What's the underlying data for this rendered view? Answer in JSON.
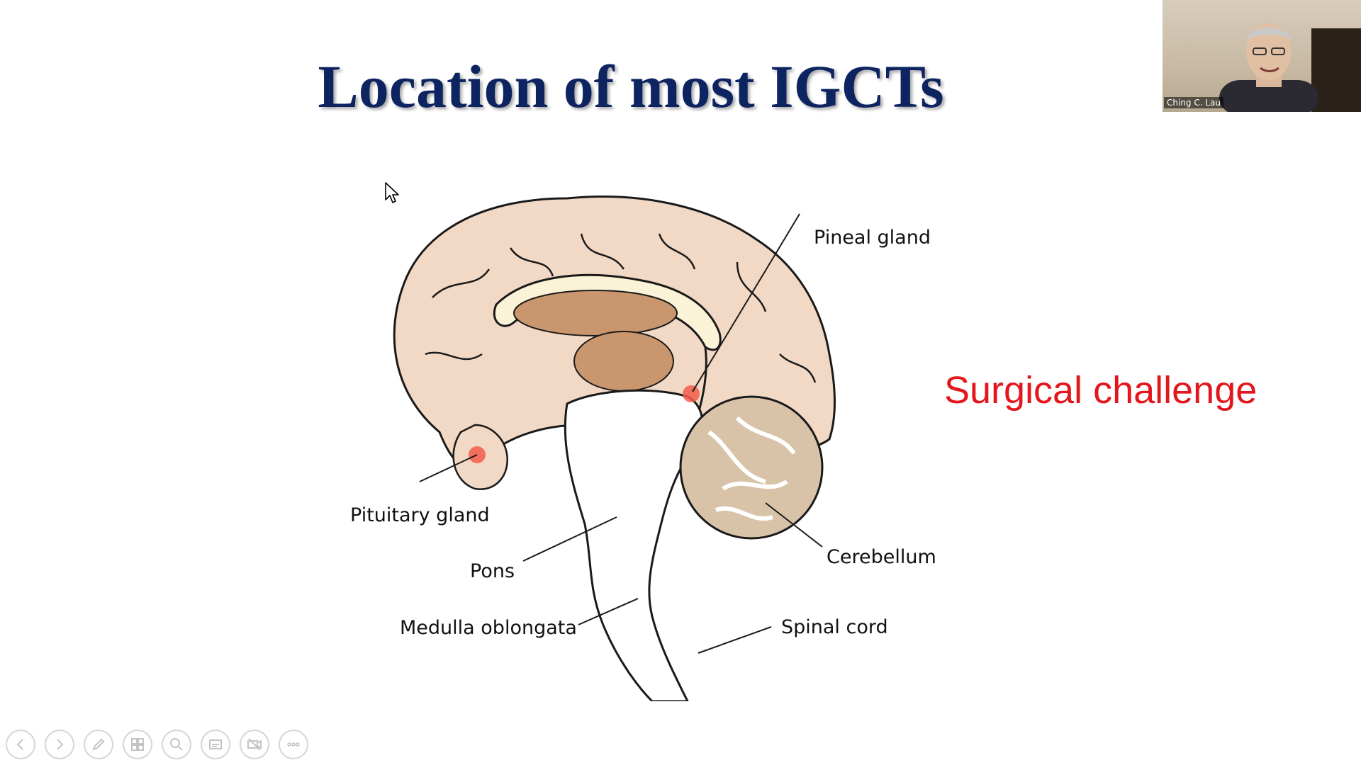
{
  "slide": {
    "title": "Location of most IGCTs",
    "callout": "Surgical challenge"
  },
  "diagram": {
    "labels": {
      "pineal": "Pineal gland",
      "pituitary": "Pituitary gland",
      "pons": "Pons",
      "cerebellum": "Cerebellum",
      "medulla": "Medulla oblongata",
      "spinal_cord": "Spinal cord"
    },
    "colors": {
      "cortex": "#f2d9c6",
      "inner": "#c9966e",
      "corpus": "#fbf3d8",
      "outline": "#1a1a1a",
      "tumor": "#f25a4a"
    }
  },
  "video": {
    "participant_name": "Ching C. Lau"
  },
  "toolbar": {
    "buttons": [
      {
        "icon": "previous-icon"
      },
      {
        "icon": "next-icon"
      },
      {
        "icon": "pen-icon"
      },
      {
        "icon": "slides-icon"
      },
      {
        "icon": "zoom-icon"
      },
      {
        "icon": "subtitles-icon"
      },
      {
        "icon": "camera-off-icon"
      },
      {
        "icon": "more-icon"
      }
    ]
  }
}
